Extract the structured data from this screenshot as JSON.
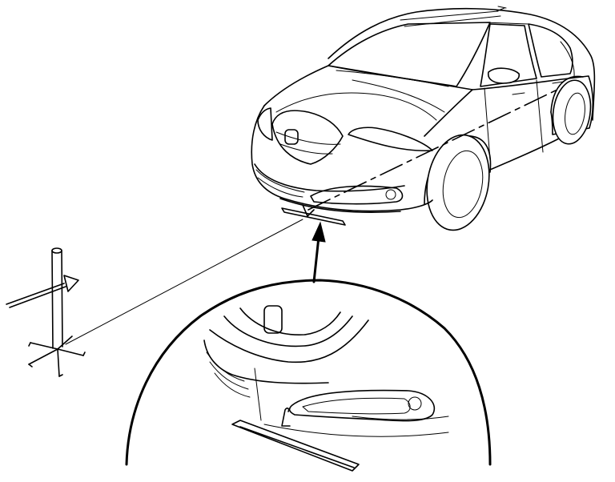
{
  "figure": {
    "colors": {
      "ink": "#000000",
      "paper": "#ffffff"
    },
    "components": [
      "vehicle-front-three-quarter-view",
      "centering-tool-under-front-bumper",
      "stand-with-target-plate",
      "alignment-string-line",
      "dashed-vehicle-centerline",
      "detail-callout-circle",
      "detail-pointer-arrow"
    ]
  }
}
